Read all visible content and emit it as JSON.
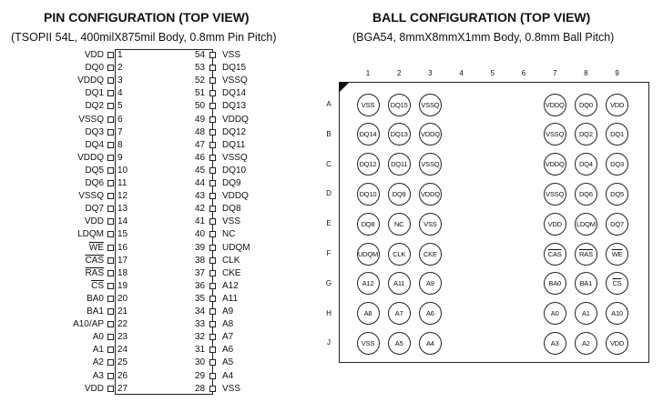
{
  "left": {
    "title": "PIN CONFIGURATION (TOP VIEW)",
    "subtitle": "(TSOPII 54L, 400milX875mil Body, 0.8mm Pin Pitch)",
    "left_pins": [
      {
        "num": "1",
        "name": "VDD"
      },
      {
        "num": "2",
        "name": "DQ0"
      },
      {
        "num": "3",
        "name": "VDDQ"
      },
      {
        "num": "4",
        "name": "DQ1"
      },
      {
        "num": "5",
        "name": "DQ2"
      },
      {
        "num": "6",
        "name": "VSSQ"
      },
      {
        "num": "7",
        "name": "DQ3"
      },
      {
        "num": "8",
        "name": "DQ4"
      },
      {
        "num": "9",
        "name": "VDDQ"
      },
      {
        "num": "10",
        "name": "DQ5"
      },
      {
        "num": "11",
        "name": "DQ6"
      },
      {
        "num": "12",
        "name": "VSSQ"
      },
      {
        "num": "13",
        "name": "DQ7"
      },
      {
        "num": "14",
        "name": "VDD"
      },
      {
        "num": "15",
        "name": "LDQM"
      },
      {
        "num": "16",
        "name": "WE",
        "overline": true
      },
      {
        "num": "17",
        "name": "CAS",
        "overline": true
      },
      {
        "num": "18",
        "name": "RAS",
        "overline": true
      },
      {
        "num": "19",
        "name": "CS",
        "overline": true
      },
      {
        "num": "20",
        "name": "BA0"
      },
      {
        "num": "21",
        "name": "BA1"
      },
      {
        "num": "22",
        "name": "A10/AP"
      },
      {
        "num": "23",
        "name": "A0"
      },
      {
        "num": "24",
        "name": "A1"
      },
      {
        "num": "25",
        "name": "A2"
      },
      {
        "num": "26",
        "name": "A3"
      },
      {
        "num": "27",
        "name": "VDD"
      }
    ],
    "right_pins": [
      {
        "num": "54",
        "name": "VSS"
      },
      {
        "num": "53",
        "name": "DQ15"
      },
      {
        "num": "52",
        "name": "VSSQ"
      },
      {
        "num": "51",
        "name": "DQ14"
      },
      {
        "num": "50",
        "name": "DQ13"
      },
      {
        "num": "49",
        "name": "VDDQ"
      },
      {
        "num": "48",
        "name": "DQ12"
      },
      {
        "num": "47",
        "name": "DQ11"
      },
      {
        "num": "46",
        "name": "VSSQ"
      },
      {
        "num": "45",
        "name": "DQ10"
      },
      {
        "num": "44",
        "name": "DQ9"
      },
      {
        "num": "43",
        "name": "VDDQ"
      },
      {
        "num": "42",
        "name": "DQ8"
      },
      {
        "num": "41",
        "name": "VSS"
      },
      {
        "num": "40",
        "name": "NC"
      },
      {
        "num": "39",
        "name": "UDQM"
      },
      {
        "num": "38",
        "name": "CLK"
      },
      {
        "num": "37",
        "name": "CKE"
      },
      {
        "num": "36",
        "name": "A12"
      },
      {
        "num": "35",
        "name": "A11"
      },
      {
        "num": "34",
        "name": "A9"
      },
      {
        "num": "33",
        "name": "A8"
      },
      {
        "num": "32",
        "name": "A7"
      },
      {
        "num": "31",
        "name": "A6"
      },
      {
        "num": "30",
        "name": "A5"
      },
      {
        "num": "29",
        "name": "A4"
      },
      {
        "num": "28",
        "name": "VSS"
      }
    ]
  },
  "right": {
    "title": "BALL CONFIGURATION (TOP VIEW)",
    "subtitle": "(BGA54, 8mmX8mmX1mm Body, 0.8mm Ball Pitch)",
    "columns": [
      "1",
      "2",
      "3",
      "4",
      "5",
      "6",
      "7",
      "8",
      "9"
    ],
    "rows": [
      {
        "label": "A",
        "balls": [
          "VSS",
          "DQ15",
          "VSSQ",
          "",
          "",
          "",
          "VDDQ",
          "DQ0",
          "VDD"
        ]
      },
      {
        "label": "B",
        "balls": [
          "DQ14",
          "DQ13",
          "VDDQ",
          "",
          "",
          "",
          "VSSQ",
          "DQ2",
          "DQ1"
        ]
      },
      {
        "label": "C",
        "balls": [
          "DQ12",
          "DQ11",
          "VSSQ",
          "",
          "",
          "",
          "VDDQ",
          "DQ4",
          "DQ3"
        ]
      },
      {
        "label": "D",
        "balls": [
          "DQ10",
          "DQ9",
          "VDDQ",
          "",
          "",
          "",
          "VSSQ",
          "DQ6",
          "DQ5"
        ]
      },
      {
        "label": "E",
        "balls": [
          "DQ8",
          "NC",
          "VSS",
          "",
          "",
          "",
          "VDD",
          "LDQM",
          "DQ7"
        ]
      },
      {
        "label": "F",
        "balls": [
          "UDQM",
          "CLK",
          "CKE",
          "",
          "",
          "",
          "CAS",
          "RAS",
          "WE"
        ],
        "overline": [
          "CAS",
          "RAS",
          "WE"
        ]
      },
      {
        "label": "G",
        "balls": [
          "A12",
          "A11",
          "A9",
          "",
          "",
          "",
          "BA0",
          "BA1",
          "CS"
        ],
        "overline": [
          "CS"
        ]
      },
      {
        "label": "H",
        "balls": [
          "A8",
          "A7",
          "A6",
          "",
          "",
          "",
          "A0",
          "A1",
          "A10"
        ]
      },
      {
        "label": "J",
        "balls": [
          "VSS",
          "A5",
          "A4",
          "",
          "",
          "",
          "A3",
          "A2",
          "VDD"
        ]
      }
    ]
  }
}
